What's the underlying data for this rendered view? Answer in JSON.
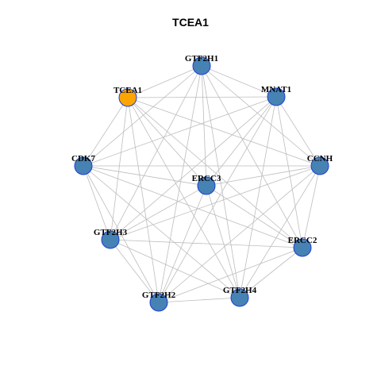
{
  "title": "TCEA1",
  "colors": {
    "default": "#4682b4",
    "highlight": "#ffa500",
    "edge": "#bdbdbd",
    "border": "#1f3fd1"
  },
  "nodes": [
    {
      "id": "GTF2H1",
      "label": "GTF2H1",
      "highlight": false
    },
    {
      "id": "TCEA1",
      "label": "TCEA1",
      "highlight": true
    },
    {
      "id": "MNAT1",
      "label": "MNAT1",
      "highlight": false
    },
    {
      "id": "CDK7",
      "label": "CDK7",
      "highlight": false
    },
    {
      "id": "CCNH",
      "label": "CCNH",
      "highlight": false
    },
    {
      "id": "ERCC3",
      "label": "ERCC3",
      "highlight": false
    },
    {
      "id": "GTF2H3",
      "label": "GTF2H3",
      "highlight": false
    },
    {
      "id": "ERCC2",
      "label": "ERCC2",
      "highlight": false
    },
    {
      "id": "GTF2H2",
      "label": "GTF2H2",
      "highlight": false
    },
    {
      "id": "GTF2H4",
      "label": "GTF2H4",
      "highlight": false
    }
  ],
  "edges": [
    [
      "GTF2H1",
      "TCEA1"
    ],
    [
      "GTF2H1",
      "MNAT1"
    ],
    [
      "GTF2H1",
      "CDK7"
    ],
    [
      "GTF2H1",
      "CCNH"
    ],
    [
      "GTF2H1",
      "ERCC3"
    ],
    [
      "GTF2H1",
      "GTF2H3"
    ],
    [
      "GTF2H1",
      "ERCC2"
    ],
    [
      "GTF2H1",
      "GTF2H2"
    ],
    [
      "GTF2H1",
      "GTF2H4"
    ],
    [
      "TCEA1",
      "MNAT1"
    ],
    [
      "TCEA1",
      "CDK7"
    ],
    [
      "TCEA1",
      "CCNH"
    ],
    [
      "TCEA1",
      "ERCC3"
    ],
    [
      "TCEA1",
      "GTF2H3"
    ],
    [
      "TCEA1",
      "ERCC2"
    ],
    [
      "TCEA1",
      "GTF2H2"
    ],
    [
      "TCEA1",
      "GTF2H4"
    ],
    [
      "MNAT1",
      "CDK7"
    ],
    [
      "MNAT1",
      "CCNH"
    ],
    [
      "MNAT1",
      "ERCC3"
    ],
    [
      "MNAT1",
      "GTF2H3"
    ],
    [
      "MNAT1",
      "ERCC2"
    ],
    [
      "MNAT1",
      "GTF2H2"
    ],
    [
      "MNAT1",
      "GTF2H4"
    ],
    [
      "CDK7",
      "CCNH"
    ],
    [
      "CDK7",
      "ERCC3"
    ],
    [
      "CDK7",
      "GTF2H3"
    ],
    [
      "CDK7",
      "ERCC2"
    ],
    [
      "CDK7",
      "GTF2H2"
    ],
    [
      "CDK7",
      "GTF2H4"
    ],
    [
      "CCNH",
      "ERCC3"
    ],
    [
      "CCNH",
      "GTF2H3"
    ],
    [
      "CCNH",
      "ERCC2"
    ],
    [
      "CCNH",
      "GTF2H2"
    ],
    [
      "CCNH",
      "GTF2H4"
    ],
    [
      "ERCC3",
      "GTF2H3"
    ],
    [
      "ERCC3",
      "ERCC2"
    ],
    [
      "ERCC3",
      "GTF2H2"
    ],
    [
      "ERCC3",
      "GTF2H4"
    ],
    [
      "GTF2H3",
      "ERCC2"
    ],
    [
      "GTF2H3",
      "GTF2H2"
    ],
    [
      "GTF2H3",
      "GTF2H4"
    ],
    [
      "ERCC2",
      "GTF2H2"
    ],
    [
      "ERCC2",
      "GTF2H4"
    ],
    [
      "GTF2H2",
      "GTF2H4"
    ]
  ]
}
